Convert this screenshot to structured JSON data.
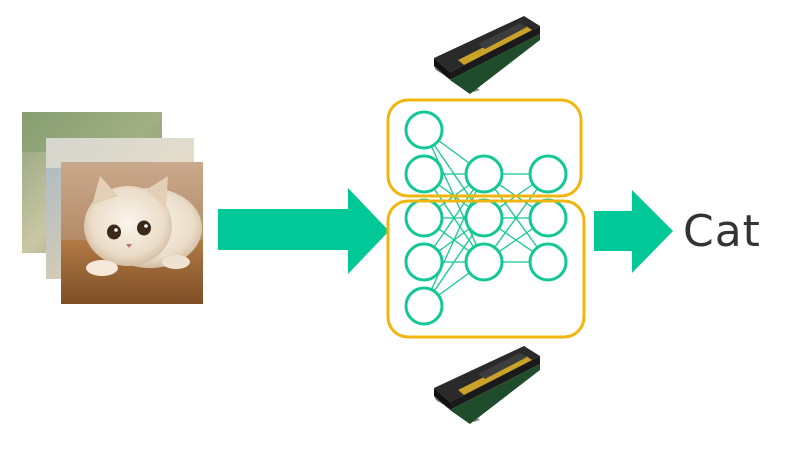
{
  "output": {
    "label": "Cat"
  },
  "colors": {
    "accent": "#00c896",
    "node_stroke": "#14c896",
    "gpu_box": "#f2b50f",
    "gpu_body": "#1c1c1c",
    "gpu_gold": "#c9a227"
  },
  "icons": {
    "input_images": "cat-photo-stack-icon",
    "gpu": "gpu-card-icon",
    "arrow": "right-arrow-icon"
  },
  "network": {
    "layer_sizes": [
      5,
      3,
      3
    ],
    "gpu_partitions": 2
  }
}
